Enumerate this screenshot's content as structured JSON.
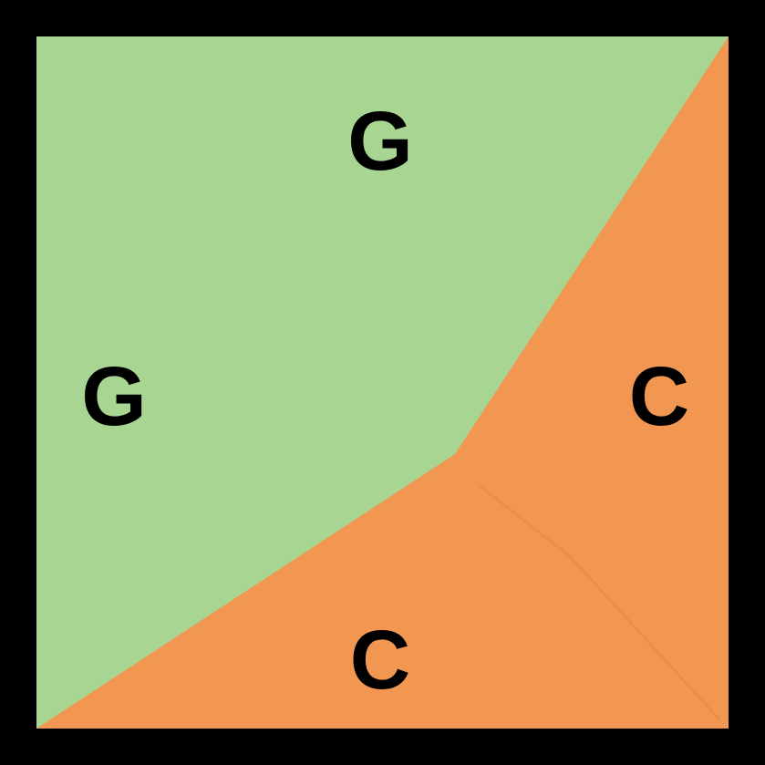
{
  "tile": {
    "colors": {
      "border": "#000000",
      "grass": "#a8d591",
      "city": "#f29752",
      "seam": "#e8873f"
    },
    "edges": {
      "top": "G",
      "left": "G",
      "right": "C",
      "bottom": "C"
    }
  }
}
